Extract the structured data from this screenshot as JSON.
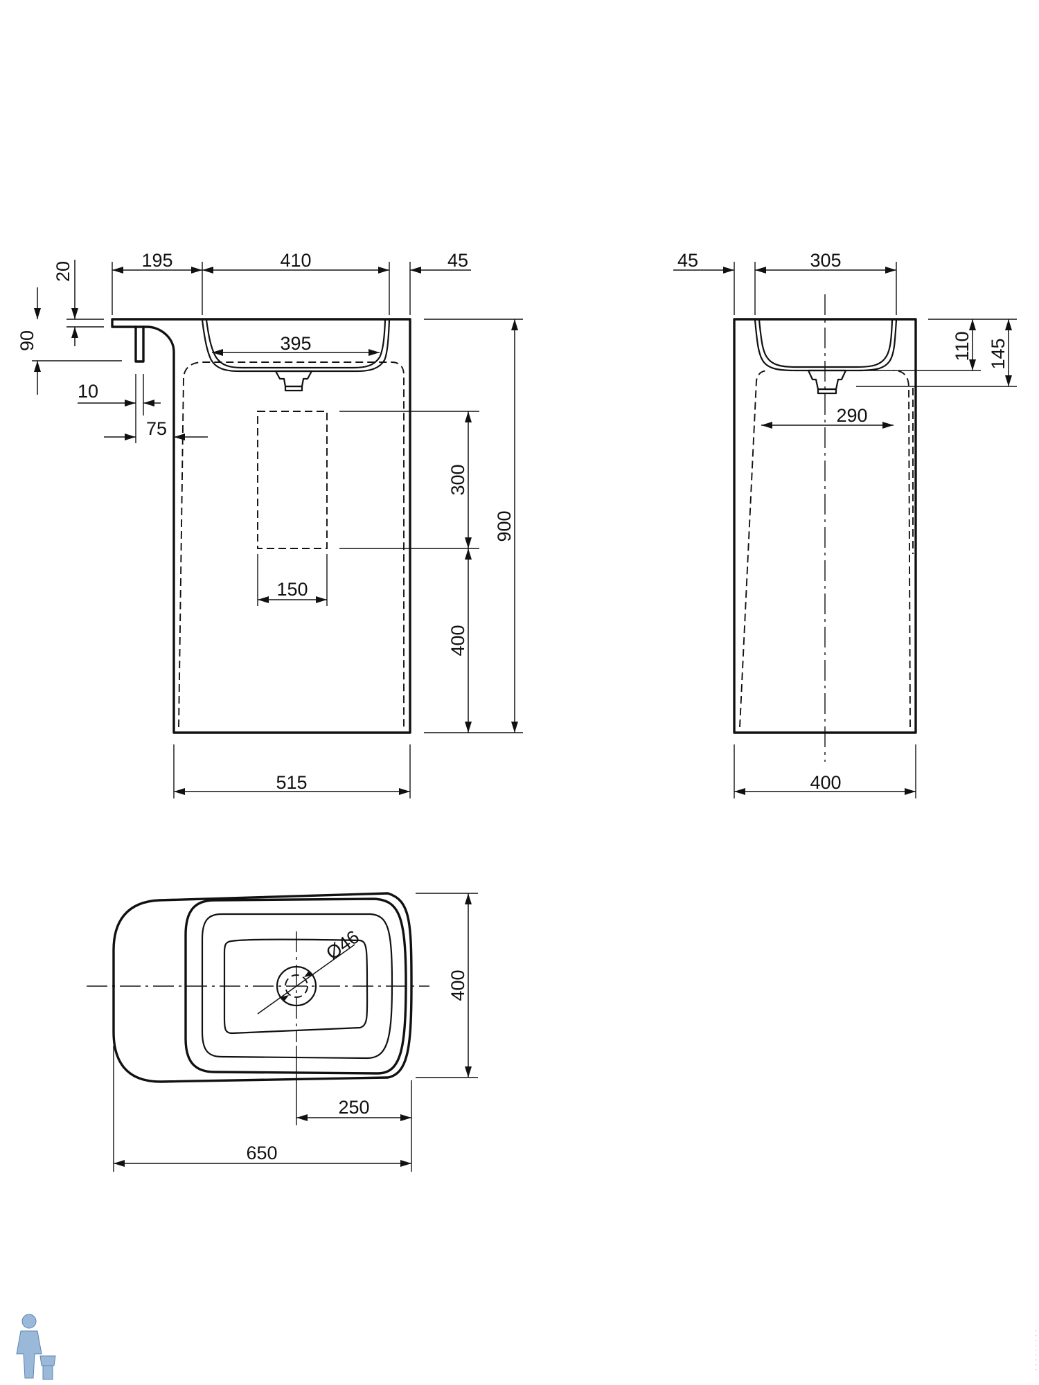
{
  "dimensions": {
    "front": {
      "d195": "195",
      "d410": "410",
      "d45": "45",
      "d20": "20",
      "d90": "90",
      "d10": "10",
      "d75": "75",
      "d395": "395",
      "d300": "300",
      "d150": "150",
      "d400": "400",
      "d900": "900",
      "d515": "515"
    },
    "side": {
      "d45": "45",
      "d305": "305",
      "d110": "110",
      "d145": "145",
      "d290": "290",
      "d400": "400"
    },
    "top": {
      "d46": "Ø46",
      "d400": "400",
      "d250": "250",
      "d650": "650"
    }
  },
  "colors": {
    "line": "#111111",
    "background": "#ffffff",
    "watermark_figure": "#9ab8d8"
  },
  "icons": {
    "watermark": "plumber-figure-icon"
  }
}
